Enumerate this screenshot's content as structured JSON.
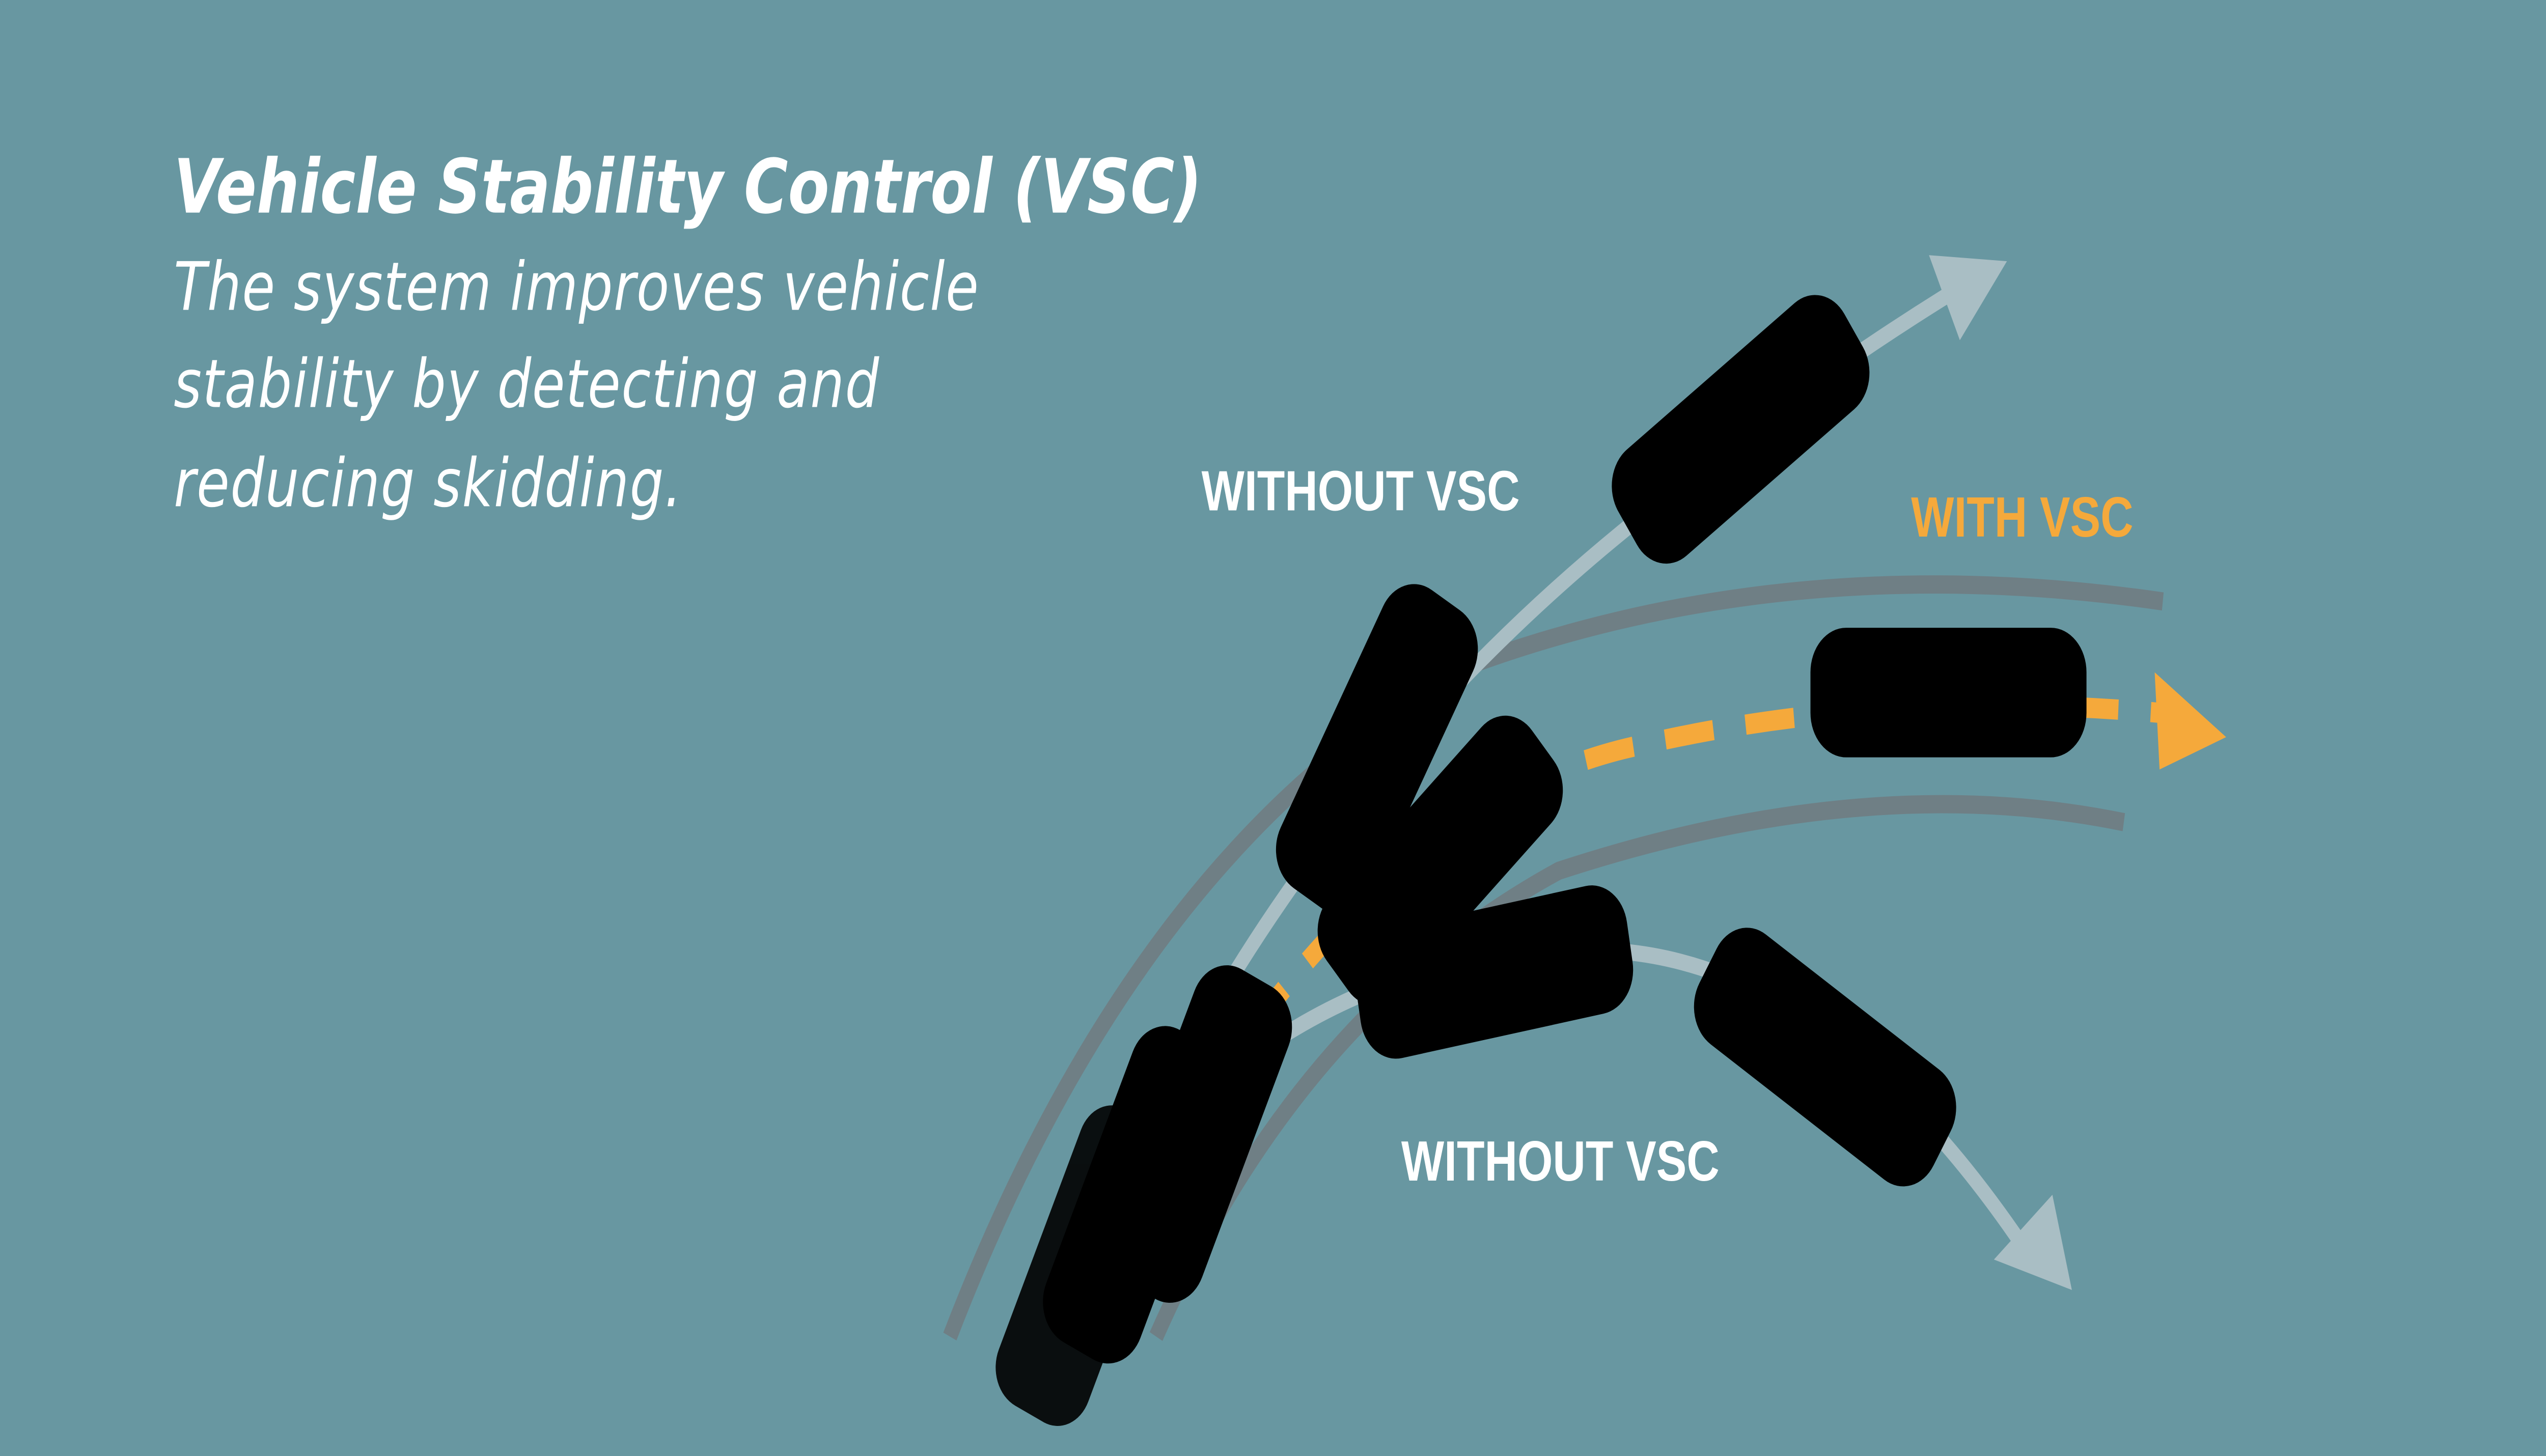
{
  "title": "Vehicle Stability Control (VSC)",
  "description_lines": [
    "The system improves vehicle",
    "stability by detecting and",
    "reducing skidding."
  ],
  "labels": {
    "without_top": "WITHOUT VSC",
    "with": "WITH VSC",
    "without_bottom": "WITHOUT VSC"
  },
  "colors": {
    "background": "#6897a1",
    "road": "#6f7f85",
    "without_path": "#a9bec4",
    "with_path": "#f5a93b"
  }
}
